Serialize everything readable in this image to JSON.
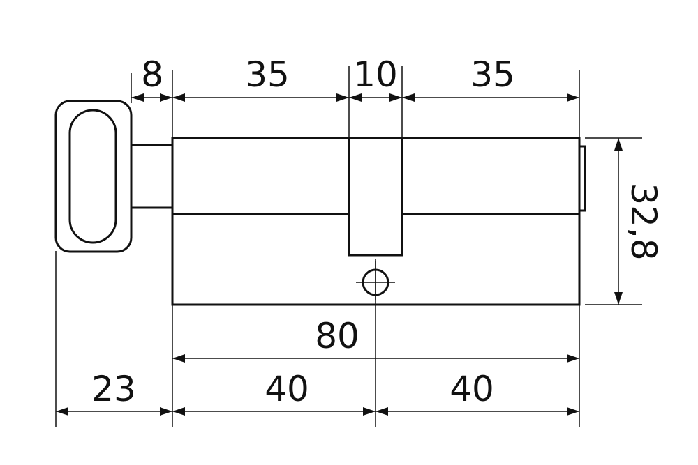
{
  "dimensions": {
    "knob_gap": "8",
    "left_section": "35",
    "cam": "10",
    "right_section": "35",
    "height": "32,8",
    "total": "80",
    "knob_total": "23",
    "left_half": "40",
    "right_half": "40"
  },
  "colors": {
    "line": "#111111",
    "background": "#ffffff"
  }
}
